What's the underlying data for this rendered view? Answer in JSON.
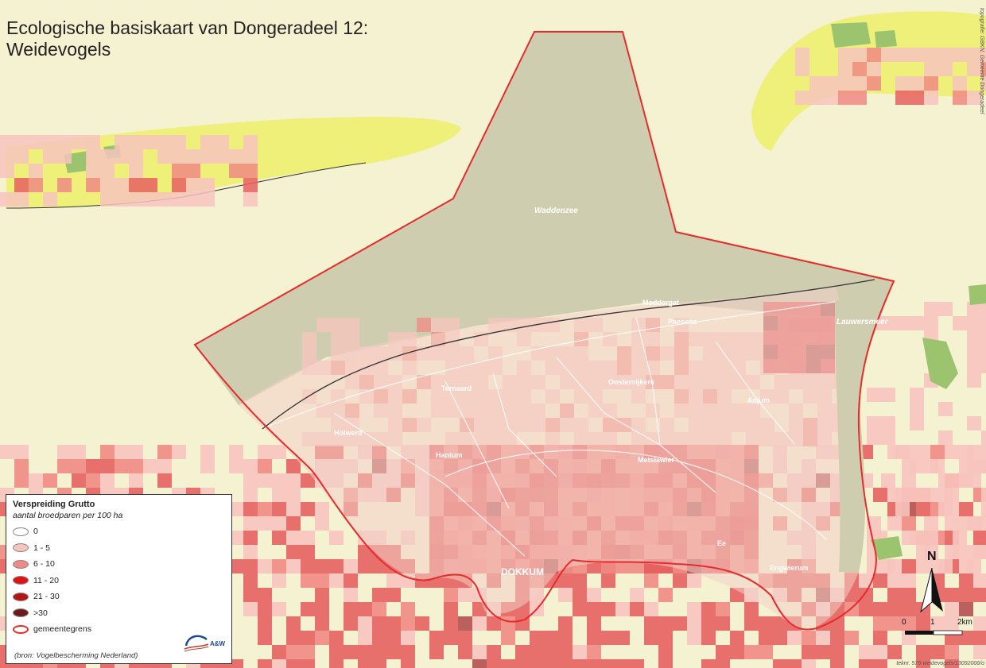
{
  "map": {
    "title_line1": "Ecologische basiskaart van Dongeradeel 12:",
    "title_line2": "Weidevogels",
    "places": {
      "waddenzee": "Waddenzee",
      "lauwersmeer": "Lauwersmeer",
      "moddergat": "Moddergat",
      "paesens": "Paesens",
      "ternaard": "Ternaard",
      "oostrum": "Oosternijkerk",
      "anjum": "Anjum",
      "metslawier": "Metslawier",
      "hantum": "Hantum",
      "holwerd": "Holwerd",
      "ee": "Ee",
      "engwierum": "Engwierum",
      "dokkum": "DOKKUM"
    },
    "credit_vertical": "topografie: GBKN, Gemeente Dongeradeel",
    "footer": "teknr. 576-weidevogels/13092006/o"
  },
  "legend": {
    "title": "Verspreiding Grutto",
    "subtitle": "aantal broedparen per 100 ha",
    "classes": [
      {
        "label": "0",
        "color": "#ffffff"
      },
      {
        "label": "1 - 5",
        "color": "#f7c4be"
      },
      {
        "label": "6 - 10",
        "color": "#f08a84"
      },
      {
        "label": "11 - 20",
        "color": "#e11414"
      },
      {
        "label": "21 - 30",
        "color": "#b31414"
      },
      {
        "label": ">30",
        "color": "#6e1a1a"
      }
    ],
    "boundary_label": "gemeentegrens",
    "boundary_color": "#e52b2b",
    "source": "(bron: Vogelbescherming Nederland)",
    "logo_text": "A&W"
  },
  "north": {
    "label": "N"
  },
  "scale": {
    "labels": [
      "0",
      "1",
      "2km"
    ]
  },
  "colors": {
    "land": "#f5f2d2",
    "sea": "#cfcdb0",
    "beach": "#eef07a",
    "forest": "#9cc46e",
    "low": "#f7c4be",
    "mid": "#f08a84",
    "high": "#e66060",
    "dark": "#b45050"
  }
}
